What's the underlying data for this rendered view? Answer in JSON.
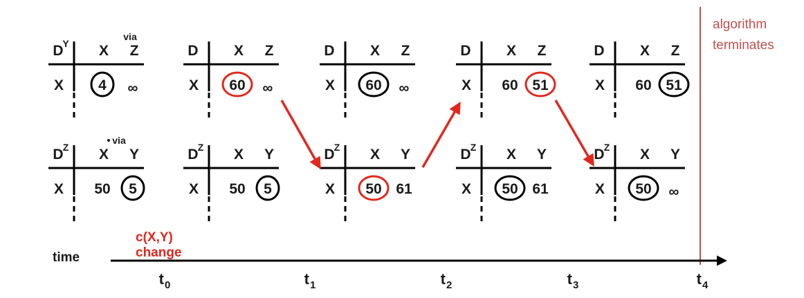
{
  "colors": {
    "ink": "#1a1a1a",
    "accent": "#e0281e",
    "terminate": "#c0504d"
  },
  "labels": {
    "via": "via",
    "change_line1": "c(X,Y)",
    "change_line2": "change",
    "time": "time",
    "terminate_line1": "algorithm",
    "terminate_line2": "terminates"
  },
  "time_ticks": [
    {
      "base": "t",
      "sub": "0"
    },
    {
      "base": "t",
      "sub": "1"
    },
    {
      "base": "t",
      "sub": "2"
    },
    {
      "base": "t",
      "sub": "3"
    },
    {
      "base": "t",
      "sub": "4"
    }
  ],
  "tables_y": [
    {
      "node": "Y",
      "cols": [
        "X",
        "Z"
      ],
      "row": "X",
      "values": [
        "4",
        "∞"
      ],
      "circled": 0,
      "highlight": false,
      "show_via": true
    },
    {
      "node": "",
      "cols": [
        "X",
        "Z"
      ],
      "row": "X",
      "values": [
        "60",
        "∞"
      ],
      "circled": 0,
      "highlight": true,
      "show_via": false
    },
    {
      "node": "",
      "cols": [
        "X",
        "Z"
      ],
      "row": "X",
      "values": [
        "60",
        "∞"
      ],
      "circled": 0,
      "highlight": false,
      "show_via": false
    },
    {
      "node": "",
      "cols": [
        "X",
        "Z"
      ],
      "row": "X",
      "values": [
        "60",
        "51"
      ],
      "circled": 1,
      "highlight": true,
      "show_via": false
    },
    {
      "node": "",
      "cols": [
        "X",
        "Z"
      ],
      "row": "X",
      "values": [
        "60",
        "51"
      ],
      "circled": 1,
      "highlight": false,
      "show_via": false
    }
  ],
  "tables_z": [
    {
      "node": "Z",
      "cols": [
        "X",
        "Y"
      ],
      "row": "X",
      "values": [
        "50",
        "5"
      ],
      "circled": 1,
      "highlight": false,
      "show_via": true
    },
    {
      "node": "Z",
      "cols": [
        "X",
        "Y"
      ],
      "row": "X",
      "values": [
        "50",
        "5"
      ],
      "circled": 1,
      "highlight": false,
      "show_via": false
    },
    {
      "node": "Z",
      "cols": [
        "X",
        "Y"
      ],
      "row": "X",
      "values": [
        "50",
        "61"
      ],
      "circled": 0,
      "highlight": true,
      "show_via": false
    },
    {
      "node": "Z",
      "cols": [
        "X",
        "Y"
      ],
      "row": "X",
      "values": [
        "50",
        "61"
      ],
      "circled": 0,
      "highlight": false,
      "show_via": false
    },
    {
      "node": "Z",
      "cols": [
        "X",
        "Y"
      ],
      "row": "X",
      "values": [
        "50",
        "∞"
      ],
      "circled": 0,
      "highlight": false,
      "show_via": false
    }
  ]
}
